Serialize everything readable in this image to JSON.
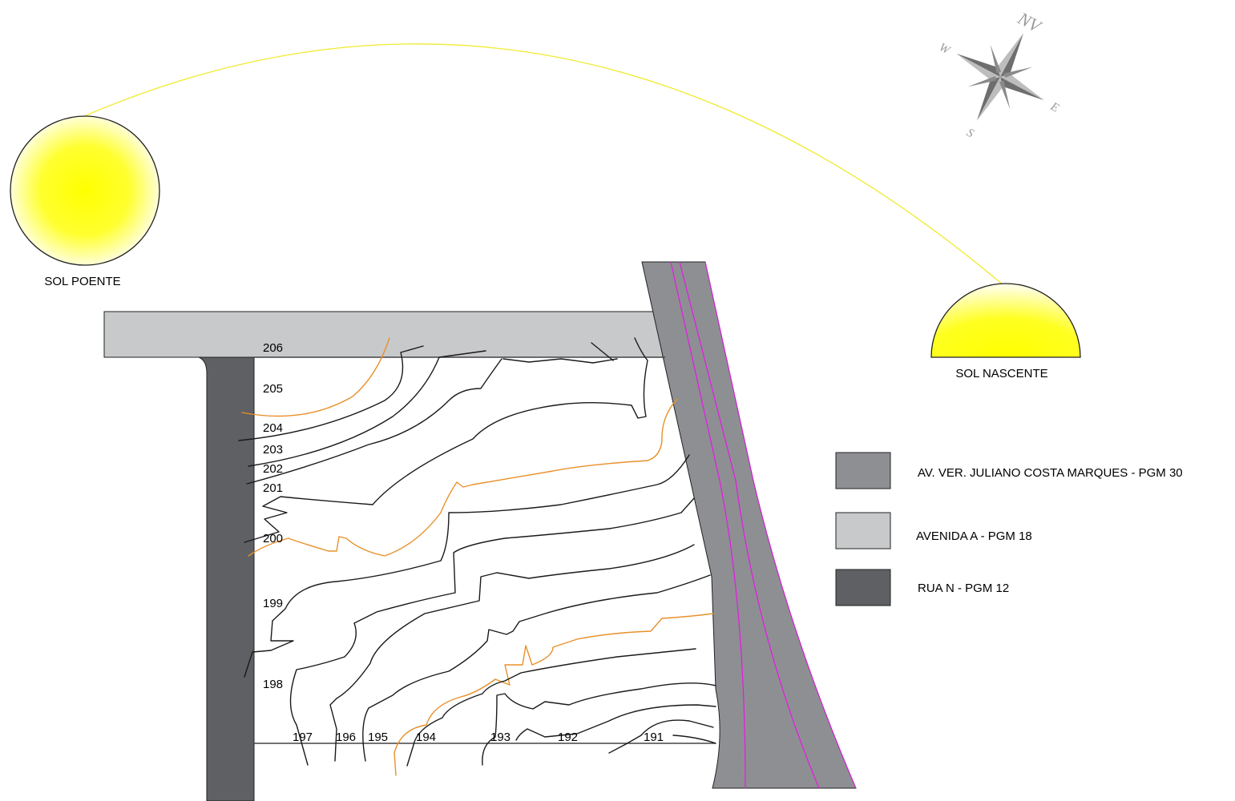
{
  "sun": {
    "west_label": "SOL POENTE",
    "east_label": "SOL NASCENTE",
    "color": "#ffff00"
  },
  "compass": {
    "north": "NV",
    "west": "W",
    "south": "S",
    "east": "E",
    "color": "#8c8c8c"
  },
  "contours": {
    "left_labels": [
      "206",
      "205",
      "204",
      "203",
      "202",
      "201",
      "200",
      "199",
      "198"
    ],
    "bottom_labels": [
      "197",
      "196",
      "195",
      "194",
      "193",
      "192",
      "191"
    ],
    "line_color": "#1a1a1a",
    "major_color": "#e8902a"
  },
  "legend": {
    "items": [
      {
        "label": "AV. VER. JULIANO COSTA MARQUES - PGM 30",
        "color": "#8e8f93"
      },
      {
        "label": "AVENIDA A - PGM 18",
        "color": "#c8c9cb"
      },
      {
        "label": "RUA N - PGM 12",
        "color": "#5f6063"
      }
    ]
  },
  "roads": {
    "avenida_a": "#c8c9cb",
    "rua_n": "#5f6063",
    "av_juliano": "#8e8f93",
    "lane_line": "#e020e0"
  }
}
